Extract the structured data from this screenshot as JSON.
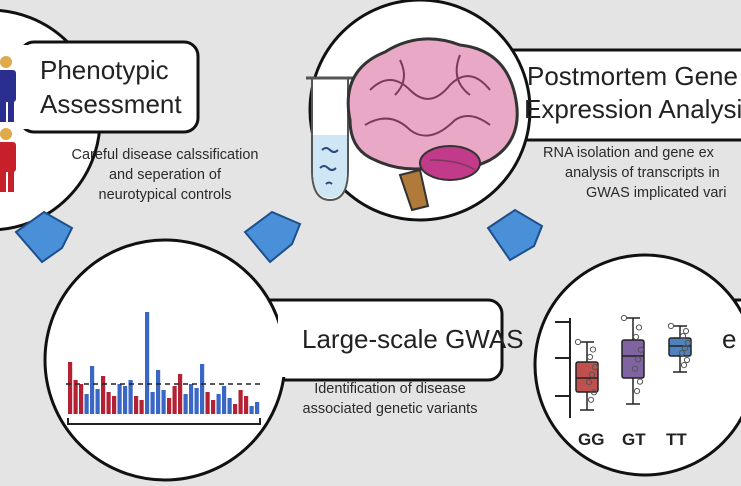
{
  "steps": {
    "phenotypic": {
      "title_line1": "Phenotypic",
      "title_line2": "Assessment",
      "desc_line1": "Careful disease calssification",
      "desc_line2": "and seperation of",
      "desc_line3": "neurotypical controls"
    },
    "postmortem": {
      "title_line1": "Postmortem Gene",
      "title_line2": "Expression Analysis",
      "desc_line1": "RNA isolation and gene ex",
      "desc_line2": "analysis of transcripts in",
      "desc_line3": "GWAS implicated vari"
    },
    "gwas": {
      "title": "Large-scale GWAS",
      "desc_line1": "Identification of disease",
      "desc_line2": "associated genetic variants"
    },
    "eqtl": {
      "title_partial": "e",
      "genotypes": [
        "GG",
        "GT",
        "TT"
      ],
      "box_colors": [
        "#c0504d",
        "#8064a2",
        "#4f81bd"
      ]
    }
  },
  "colors": {
    "bar_red": "#b22234",
    "bar_blue": "#3a66c4",
    "arrow_blue": "#4a90d9",
    "person_blue": "#2a2f8f",
    "person_red": "#c8202a",
    "person_head": "#e0a94a",
    "brain_pink": "#e9a9c6"
  }
}
